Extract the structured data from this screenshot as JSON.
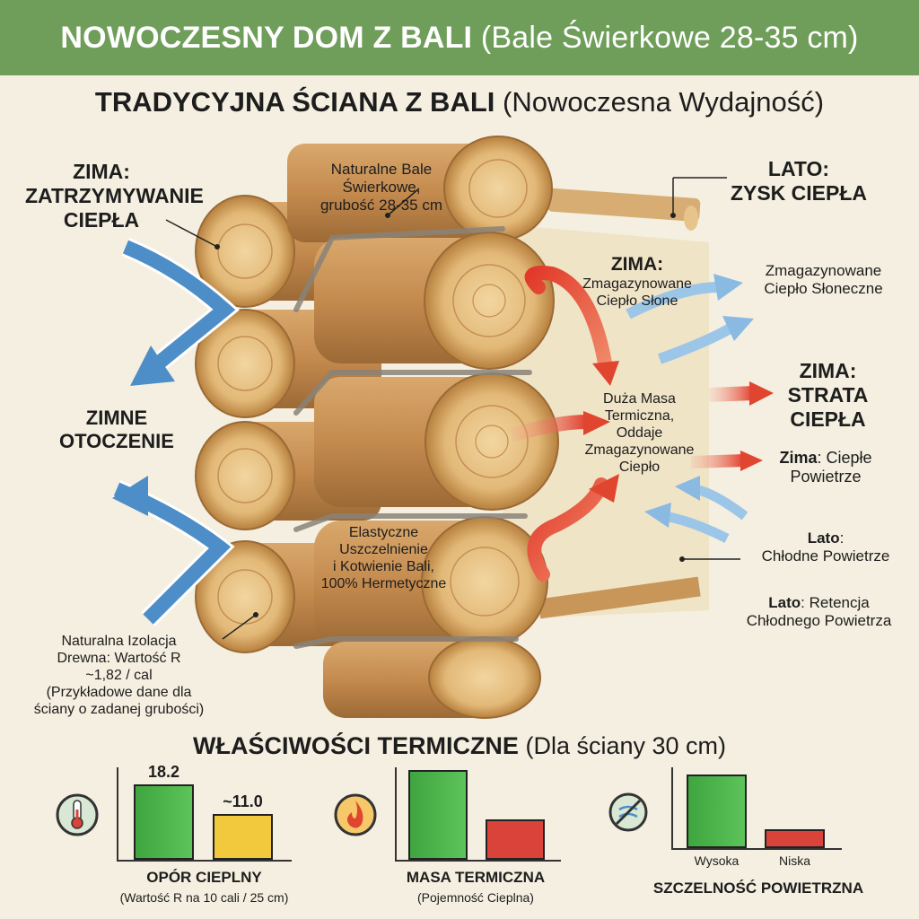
{
  "header": {
    "title_bold": "NOWOCZESNY DOM Z BALI",
    "title_rest": "(Bale Świerkowe 28-35 cm)"
  },
  "subtitle": {
    "bold": "TRADYCYJNA ŚCIANA Z BALI",
    "rest": "(Nowoczesna Wydajność)"
  },
  "labels": {
    "winter_retention": [
      "ZIMA:",
      "ZATRZYMYWANIE",
      "CIEPŁA"
    ],
    "natural_logs": [
      "Naturalne Bale",
      "Świerkowe,",
      "grubość 28-35 cm"
    ],
    "summer_gain": [
      "LATO:",
      "ZYSK CIEPŁA"
    ],
    "winter_stored_bold": "ZIMA:",
    "winter_stored": [
      "Zmagazynowane",
      "Ciepło Słone"
    ],
    "stored_solar": [
      "Zmagazynowane",
      "Ciepło Słoneczne"
    ],
    "cold_env": [
      "ZIMNE",
      "OTOCZENIE"
    ],
    "thermal_mass": [
      "Duża Masa",
      "Termiczna,",
      "Oddaje",
      "Zmagazynowane",
      "Ciepło"
    ],
    "winter_loss": [
      "ZIMA:",
      "STRATA",
      "CIEPŁA"
    ],
    "winter_warm_bold": "Zima",
    "winter_warm_rest": ": Ciepłe",
    "winter_warm_line2": "Powietrze",
    "seal": [
      "Elastyczne",
      "Uszczelnienie",
      "i Kotwienie Bali,",
      "100% Hermetyczne"
    ],
    "summer_cool_bold": "Lato",
    "summer_cool_rest": ":",
    "summer_cool_line2": "Chłodne Powietrze",
    "summer_ret_bold": "Lato",
    "summer_ret_rest": ": Retencja",
    "summer_ret_line2": "Chłodnego Powietrza",
    "insulation": [
      "Naturalna Izolacja",
      "Drewna: Wartość R",
      "~1,82 / cal",
      "(Przykładowe dane dla",
      "ściany o zadanej grubości)"
    ]
  },
  "properties": {
    "title_bold": "WŁAŚCIWOŚCI TERMICZNE",
    "title_rest": "(Dla ściany 30 cm)"
  },
  "chart_data": [
    {
      "type": "bar",
      "title": "OPÓR CIEPLNY",
      "subtitle": "(Wartość R na 10 cali / 25 cm)",
      "categories": [
        "",
        ""
      ],
      "values": [
        18.2,
        11.0
      ],
      "value_labels": [
        "18.2",
        "~11.0"
      ],
      "colors": [
        "#4cb44a",
        "#f2c83d"
      ],
      "ylim": [
        0,
        20
      ]
    },
    {
      "type": "bar",
      "title": "MASA TERMICZNA",
      "subtitle": "(Pojemność Cieplna)",
      "categories": [
        "",
        ""
      ],
      "values": [
        1.0,
        0.45
      ],
      "colors": [
        "#4cb44a",
        "#d9433a"
      ],
      "ylim": [
        0,
        1
      ]
    },
    {
      "type": "bar",
      "title": "SZCZELNOŚĆ POWIETRZNA",
      "subtitle": "",
      "categories": [
        "Wysoka",
        "Niska"
      ],
      "values": [
        1.0,
        0.25
      ],
      "colors": [
        "#4cb44a",
        "#d9433a"
      ],
      "ylim": [
        0,
        1
      ]
    }
  ],
  "icons": [
    "thermometer-icon",
    "flame-icon",
    "no-draft-icon"
  ]
}
